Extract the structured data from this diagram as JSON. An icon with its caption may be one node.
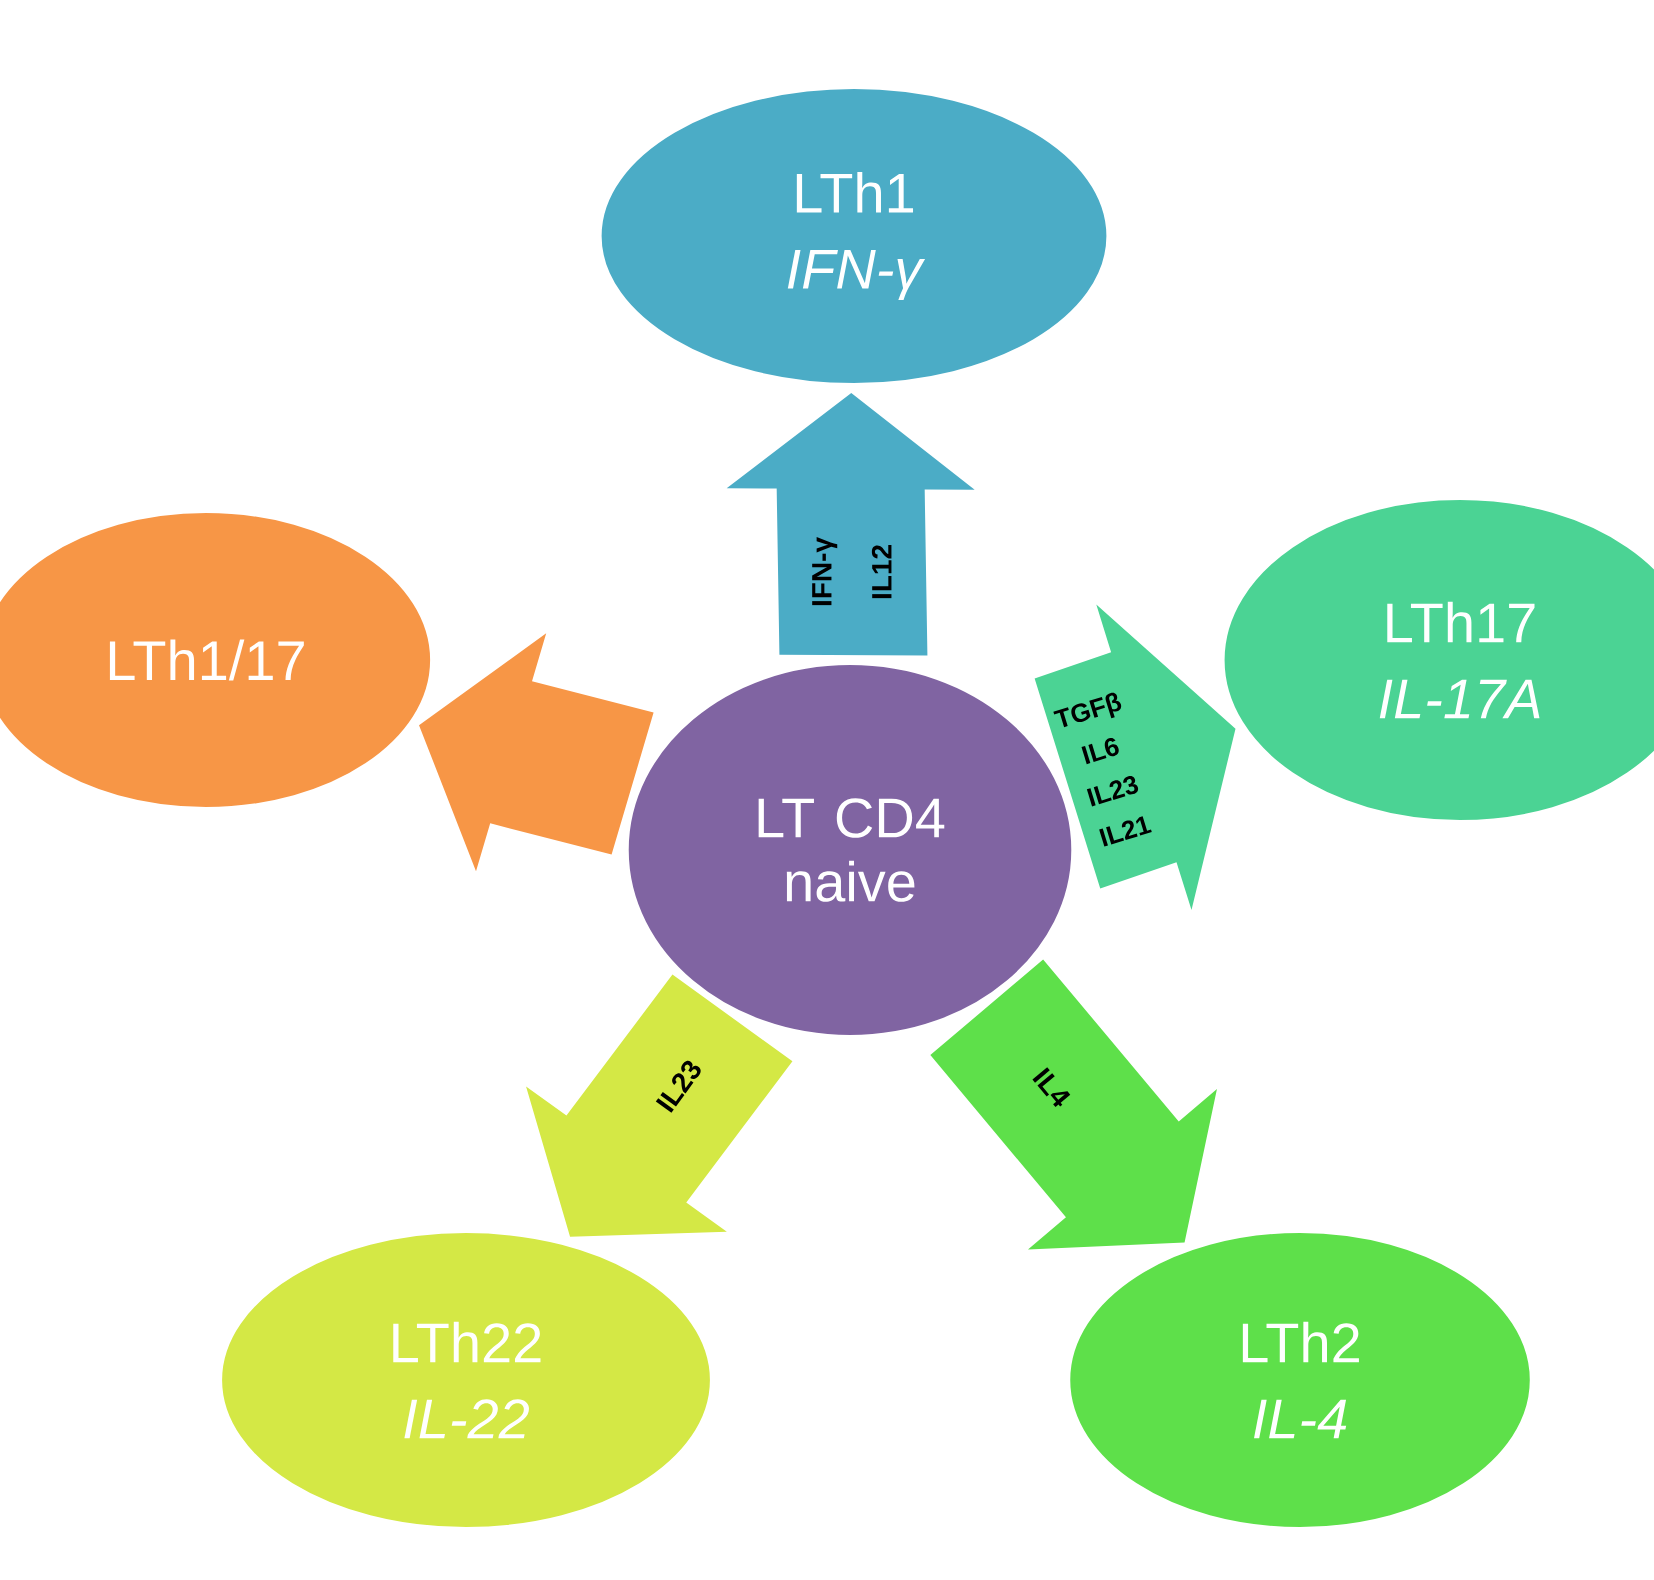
{
  "diagram": {
    "nodes": [
      {
        "text": [
          "LTh1",
          "IFN-γ"
        ]
      },
      {
        "text": [
          "LTh1/17"
        ]
      },
      {
        "text": [
          "LTh17",
          "IL-17A"
        ]
      },
      {
        "text": [
          "LT CD4 naive"
        ]
      },
      {
        "text": [
          "LTh22",
          "IL-22"
        ]
      },
      {
        "text": [
          "LTh2",
          "IL-4"
        ]
      }
    ],
    "edges": [
      {
        "from": 3,
        "to": 0,
        "arrow": "to",
        "label": "IFN-γ IL12",
        "color": "#4bacc6"
      },
      {
        "from": 3,
        "to": 1,
        "arrow": "to",
        "color": "#f79646"
      },
      {
        "from": 3,
        "to": 2,
        "arrow": "to",
        "label": "TGFβ IL6 IL23 IL21",
        "color": "#4bd394"
      },
      {
        "from": 3,
        "to": 4,
        "arrow": "to",
        "label": "IL23",
        "color": "#d4e845"
      },
      {
        "from": 3,
        "to": 5,
        "arrow": "to",
        "label": "IL4",
        "color": "#5ee04a"
      }
    ]
  }
}
